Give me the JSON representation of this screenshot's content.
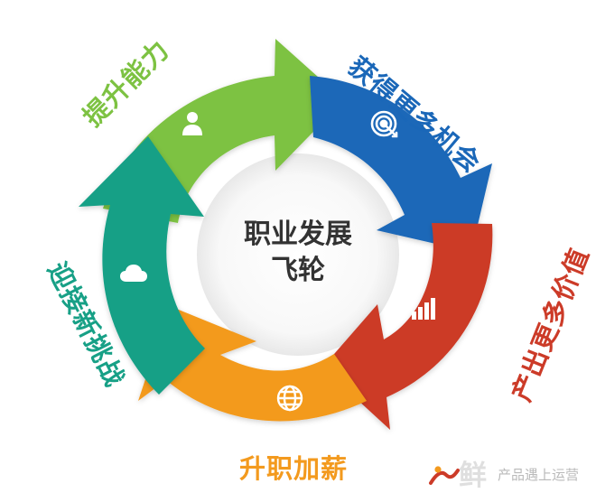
{
  "diagram": {
    "center": {
      "line1": "职业发展",
      "line2": "飞轮"
    },
    "segments": [
      {
        "label": "提升能力",
        "color": "#7dc242",
        "icon": "person-icon"
      },
      {
        "label": "获得更多机会",
        "color": "#1a67b8",
        "icon": "target-icon"
      },
      {
        "label": "产出更多价值",
        "color": "#cc3b28",
        "icon": "bar-chart-icon"
      },
      {
        "label": "升职加薪",
        "color": "#f39a1e",
        "icon": "globe-icon"
      },
      {
        "label": "迎接新挑战",
        "color": "#17a086",
        "icon": "cloud-icon"
      }
    ]
  },
  "watermark": {
    "text": "产品遇上运营",
    "logo_text": "鲜"
  }
}
